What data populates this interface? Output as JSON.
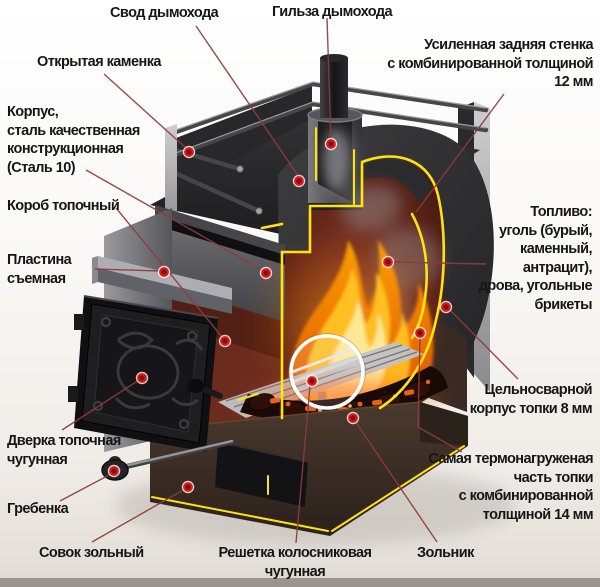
{
  "callouts": {
    "svod": {
      "lines": [
        "Свод дымохода"
      ]
    },
    "gilza": {
      "lines": [
        "Гильза дымохода"
      ]
    },
    "kamenka": {
      "lines": [
        "Открытая каменка"
      ]
    },
    "stenka": {
      "lines": [
        "Усиленная задняя стенка",
        "с комбинированной толщиной",
        "12 мм"
      ]
    },
    "korpus": {
      "lines": [
        "Корпус,",
        "сталь качественная",
        "конструкционная",
        "(Сталь 10)"
      ]
    },
    "korob": {
      "lines": [
        "Короб топочный"
      ]
    },
    "plastina": {
      "lines": [
        "Пластина",
        "съемная"
      ]
    },
    "toplivo": {
      "lines": [
        "Топливо:",
        "уголь (бурый,",
        "каменный,",
        "антрацит),",
        "дрова, угольные",
        "брикеты"
      ]
    },
    "celnosvarnoy": {
      "lines": [
        "Цельносварной",
        "корпус топки 8 мм"
      ]
    },
    "dverka": {
      "lines": [
        "Дверка топочная",
        "чугунная"
      ]
    },
    "samaya": {
      "lines": [
        "Самая термонагруженая",
        "часть топки",
        "с комбинированной",
        "толщиной 14 мм"
      ]
    },
    "grebenka": {
      "lines": [
        "Гребенка"
      ]
    },
    "sovok": {
      "lines": [
        "Совок зольный"
      ]
    },
    "reshetka": {
      "lines": [
        "Решетка колосниковая",
        "чугунная"
      ]
    },
    "zolnik": {
      "lines": [
        "Зольник"
      ]
    }
  },
  "colors": {
    "leader_line": "#8e3b3b",
    "marker_ring": "#e31717",
    "marker_core": "#7c120e",
    "cut_edge_yellow": "#ffe30f",
    "label_text": "#161616",
    "fire_orange": "#ff7a00",
    "body_steel": "#303032",
    "interior_maroon": "#5f261d"
  }
}
